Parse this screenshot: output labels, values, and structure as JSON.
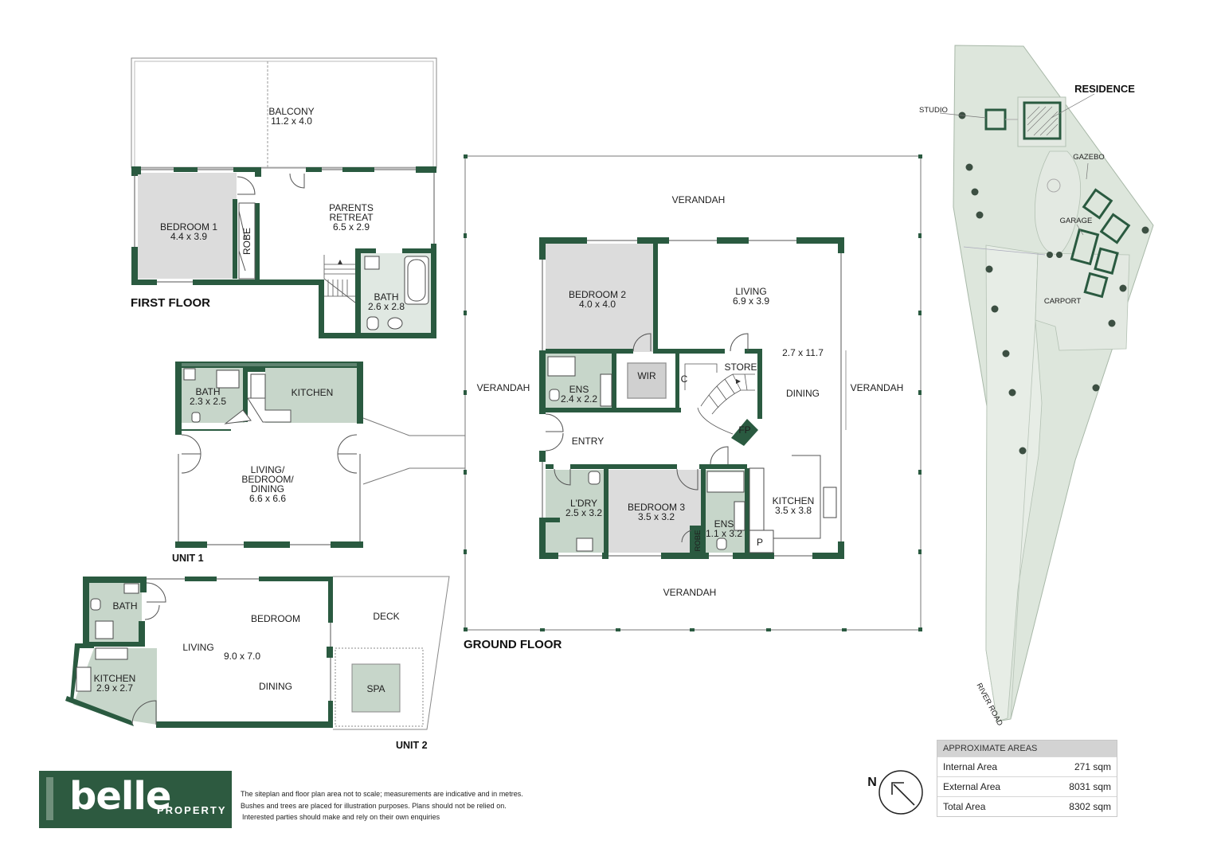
{
  "first_floor": {
    "title": "FIRST FLOOR",
    "balcony": {
      "name": "BALCONY",
      "dims": "11.2 x 4.0"
    },
    "bedroom1": {
      "name": "BEDROOM 1",
      "dims": "4.4 x 3.9"
    },
    "robe": "ROBE",
    "parents_retreat": {
      "name_line1": "PARENTS",
      "name_line2": "RETREAT",
      "dims": "6.5 x 2.9"
    },
    "bath": {
      "name": "BATH",
      "dims": "2.6 x 2.8"
    }
  },
  "unit1": {
    "title": "UNIT 1",
    "bath": {
      "name": "BATH",
      "dims": "2.3 x 2.5"
    },
    "kitchen": "KITCHEN",
    "living": {
      "line1": "LIVING/",
      "line2": "BEDROOM/",
      "line3": "DINING",
      "dims": "6.6 x 6.6"
    }
  },
  "unit2": {
    "title": "UNIT 2",
    "bath": "BATH",
    "bedroom": "BEDROOM",
    "living": "LIVING",
    "dims": "9.0 x 7.0",
    "dining": "DINING",
    "kitchen": {
      "name": "KITCHEN",
      "dims": "2.9 x 2.7"
    },
    "deck": "DECK",
    "spa": "SPA"
  },
  "ground_floor": {
    "title": "GROUND FLOOR",
    "verandah": "VERANDAH",
    "bedroom2": {
      "name": "BEDROOM 2",
      "dims": "4.0 x 4.0"
    },
    "living": {
      "name": "LIVING",
      "dims": "6.9 x 3.9"
    },
    "dining": {
      "name": "DINING",
      "dims": "2.7 x 11.7"
    },
    "ens1": {
      "name": "ENS",
      "dims": "2.4 x 2.2"
    },
    "wir": "WIR",
    "c": "C",
    "store": "STORE",
    "fp": "FP",
    "entry": "ENTRY",
    "laundry": {
      "name": "L'DRY",
      "dims": "2.5 x 3.2"
    },
    "bedroom3": {
      "name": "BEDROOM 3",
      "dims": "3.5 x 3.2"
    },
    "robe": "ROBE",
    "ens2": {
      "name": "ENS",
      "dims": "1.1 x 3.2"
    },
    "p": "P",
    "kitchen": {
      "name": "KITCHEN",
      "dims": "3.5 x 3.8"
    }
  },
  "site_plan": {
    "residence": "RESIDENCE",
    "studio": "STUDIO",
    "gazebo": "GAZEBO",
    "garage": "GARAGE",
    "carport": "CARPORT",
    "river_road": "RIVER ROAD"
  },
  "compass": {
    "label": "N"
  },
  "areas": {
    "header": "APPROXIMATE AREAS",
    "rows": [
      {
        "label": "Internal Area",
        "value": "271 sqm"
      },
      {
        "label": "External Area",
        "value": "8031 sqm"
      },
      {
        "label": "Total Area",
        "value": "8302 sqm"
      }
    ]
  },
  "logo": {
    "brand": "belle",
    "brand2": "PROPERTY"
  },
  "disclaimer": {
    "line1": "The siteplan and floor plan area not to scale; measurements are indicative and in metres.",
    "line2": "Bushes and trees are placed for illustration purposes. Plans should not be relied on.",
    "line3": "Interested parties should make and rely on their own enquiries"
  },
  "colors": {
    "wall": "#2a5a40",
    "room_fill": "#dcdcdc",
    "wet_fill": "#c7d6ca",
    "site_fill": "#dde6dc",
    "logo_bg": "#2d5a40"
  }
}
